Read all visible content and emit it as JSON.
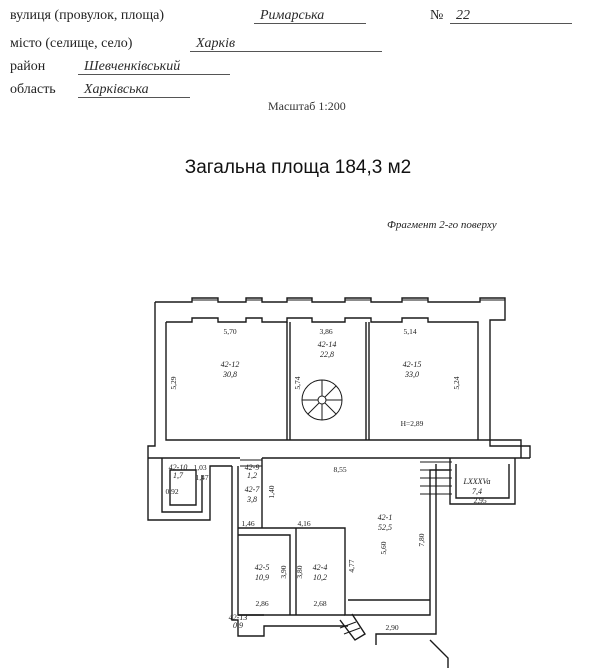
{
  "header": {
    "street_label": "вулиця (провулок, площа)",
    "street_value": "Римарська",
    "number_label": "№",
    "number_value": "22",
    "city_label": "місто (селище, село)",
    "city_value": "Харків",
    "district_label": "район",
    "district_value": "Шевченківський",
    "region_label": "область",
    "region_value": "Харківська"
  },
  "scale": "Масштаб 1:200",
  "total_area": "Загальна площа 184,3 м2",
  "fragment_label": "Фрагмент 2-го поверху",
  "rooms": {
    "r12": {
      "id": "42-12",
      "area": "30,8"
    },
    "r14": {
      "id": "42-14",
      "area": "22,8"
    },
    "r15": {
      "id": "42-15",
      "area": "33,0"
    },
    "r1": {
      "id": "42-1",
      "area": "52,5"
    },
    "r5": {
      "id": "42-5",
      "area": "10,9"
    },
    "r4": {
      "id": "42-4",
      "area": "10,2"
    },
    "r7": {
      "id": "42-7",
      "area": "3,8"
    },
    "r9": {
      "id": "42-9",
      "area": "1,2"
    },
    "r10": {
      "id": "42-10",
      "area": "1,7"
    },
    "r13": {
      "id": "42-13",
      "area": "0,9"
    },
    "lxxxv": {
      "id": "LXXXVa",
      "area": "7,4"
    }
  },
  "dimensions": {
    "d_570": "5,70",
    "d_386": "3,86",
    "d_514": "5,14",
    "d_529": "5,29",
    "d_574": "5,74",
    "d_524": "5,24",
    "height": "H=2,89",
    "d_855": "8,55",
    "d_103": "1,03",
    "d_147": "1,47",
    "d_092": "0,92",
    "d_146": "1,46",
    "d_416": "4,16",
    "d_560": "5,60",
    "d_780": "7,80",
    "d_477": "4,77",
    "d_390": "3,90",
    "d_380": "3,80",
    "d_286": "2,86",
    "d_268": "2,68",
    "d_290": "2,90",
    "d_295": "2,95",
    "d_140": "1,40"
  }
}
